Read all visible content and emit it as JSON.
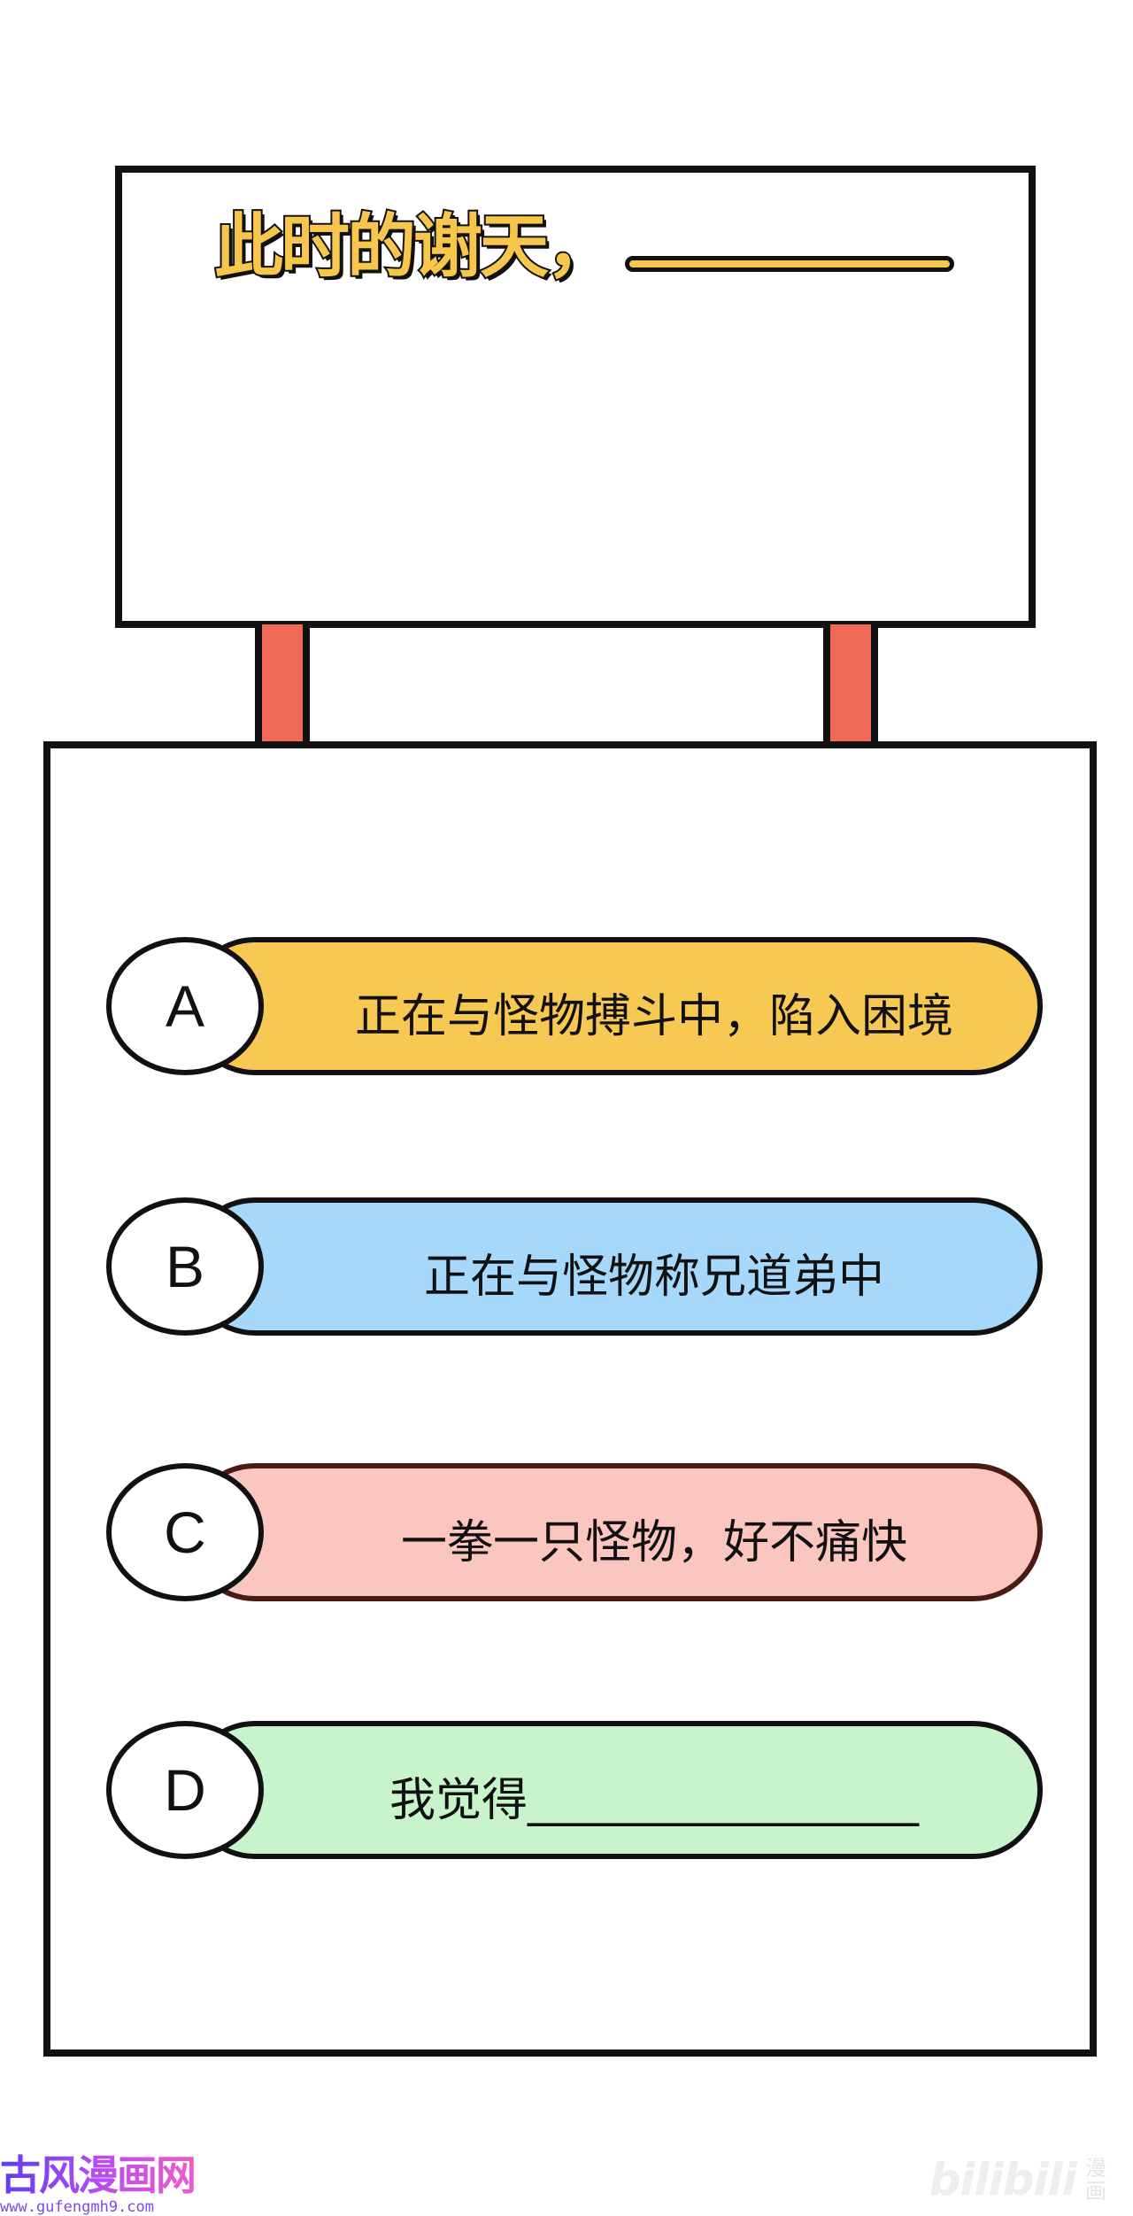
{
  "question": {
    "text": "此时的谢天，"
  },
  "options": [
    {
      "letter": "A",
      "text": "正在与怪物搏斗中，陷入困境"
    },
    {
      "letter": "B",
      "text": "正在与怪物称兄道弟中"
    },
    {
      "letter": "C",
      "text": "一拳一只怪物，好不痛快"
    },
    {
      "letter": "D",
      "text": "我觉得_________________"
    }
  ],
  "watermarks": {
    "left_title": "古风漫画网",
    "left_url": "www.gufengmh9.com",
    "right_logo": "bilibili",
    "right_sub": "漫画"
  },
  "colors": {
    "question_text": "#f7c64c",
    "post": "#ef6a57",
    "option_a": "#f7c953",
    "option_b": "#a6d8fb",
    "option_c": "#fcc6c0",
    "option_d": "#c8f4cc",
    "outline": "#111111"
  }
}
